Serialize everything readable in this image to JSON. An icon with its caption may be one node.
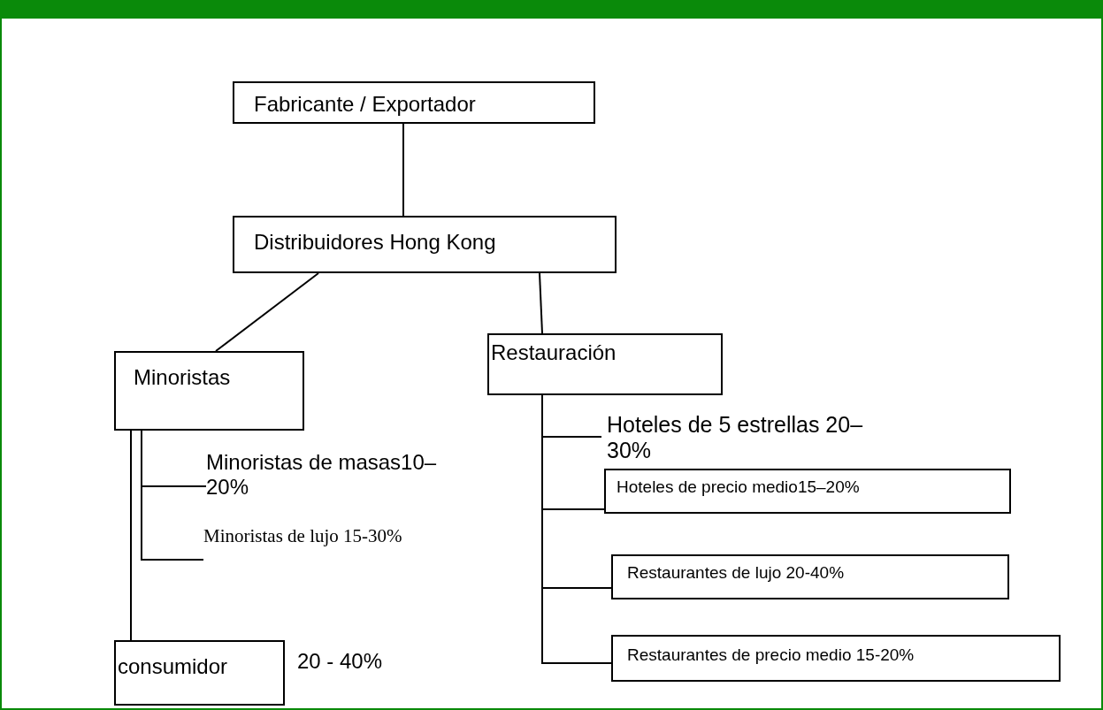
{
  "diagram": {
    "nodes": [
      {
        "text": [
          "Fabricante / Exportador"
        ]
      },
      {
        "text": [
          "Distribuidores Hong Kong"
        ]
      },
      {
        "text": [
          "Minoristas"
        ]
      },
      {
        "text": [
          "Minoristas de masas10– 20%"
        ]
      },
      {
        "text": [
          "Minoristas de lujo   15-30%"
        ]
      },
      {
        "text": [
          "consumidor"
        ],
        "beside": [
          "20 - 40%"
        ]
      },
      {
        "text": [
          "Restauración"
        ]
      },
      {
        "text": [
          "Hoteles de 5 estrellas   20–30%"
        ]
      },
      {
        "text": [
          "Hoteles de precio medio15–20%"
        ]
      },
      {
        "text": [
          "Restaurantes de lujo  20-40%"
        ]
      },
      {
        "text": [
          "Restaurantes de precio medio 15-20%"
        ]
      }
    ],
    "edges": [
      {
        "from": 0,
        "to": 1,
        "arrow": "none"
      },
      {
        "from": 1,
        "to": 2,
        "arrow": "none"
      },
      {
        "from": 1,
        "to": 6,
        "arrow": "none"
      },
      {
        "from": 2,
        "to": 3,
        "arrow": "none"
      },
      {
        "from": 2,
        "to": 4,
        "arrow": "none"
      },
      {
        "from": 2,
        "to": 5,
        "arrow": "none"
      },
      {
        "from": 6,
        "to": 7,
        "arrow": "none"
      },
      {
        "from": 6,
        "to": 8,
        "arrow": "none"
      },
      {
        "from": 6,
        "to": 9,
        "arrow": "none"
      },
      {
        "from": 6,
        "to": 10,
        "arrow": "none"
      }
    ]
  }
}
